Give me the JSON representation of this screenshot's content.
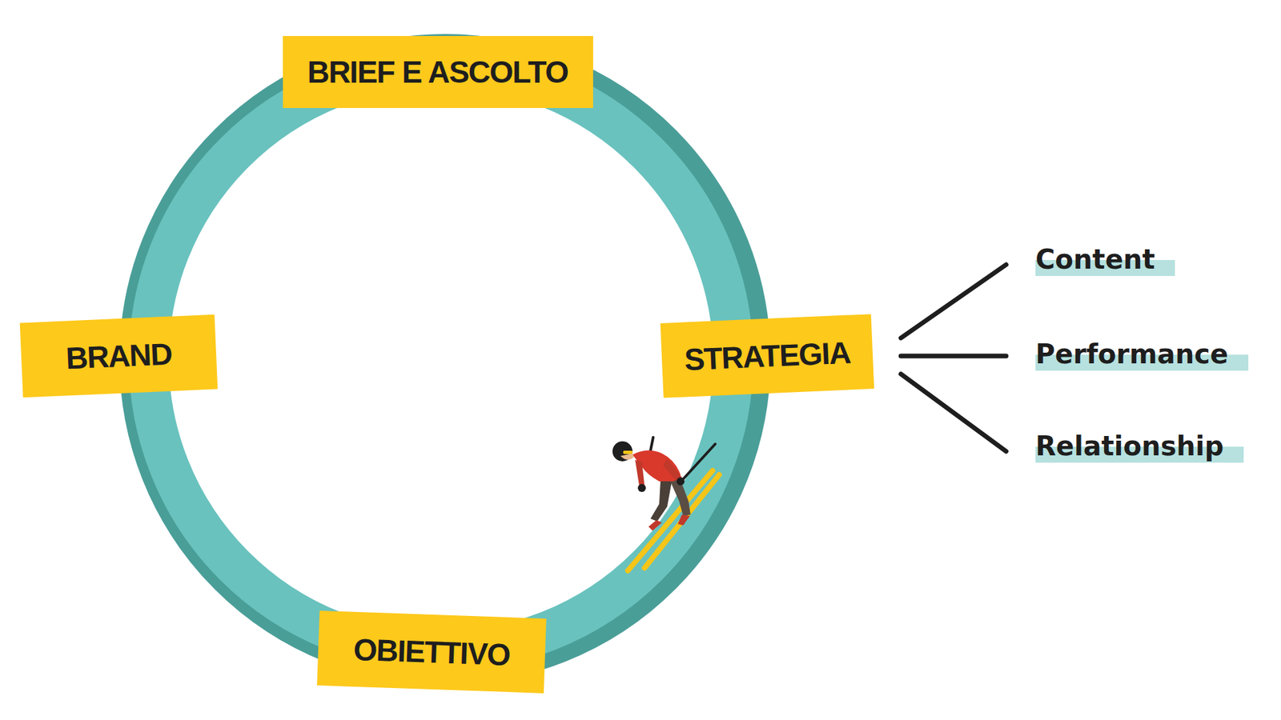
{
  "diagram": {
    "nodes": [
      {
        "text": [
          "BRIEF E ASCOLTO"
        ]
      },
      {
        "text": [
          "BRAND"
        ]
      },
      {
        "text": [
          "STRATEGIA"
        ]
      },
      {
        "text": [
          "OBIETTIVO"
        ]
      },
      {
        "text": [
          "Content"
        ]
      },
      {
        "text": [
          "Performance"
        ]
      },
      {
        "text": [
          "Relationship"
        ]
      }
    ],
    "edges": [
      {
        "from": 2,
        "to": 4,
        "arrow": "none"
      },
      {
        "from": 2,
        "to": 5,
        "arrow": "none"
      },
      {
        "from": 2,
        "to": 6,
        "arrow": "none"
      }
    ]
  }
}
